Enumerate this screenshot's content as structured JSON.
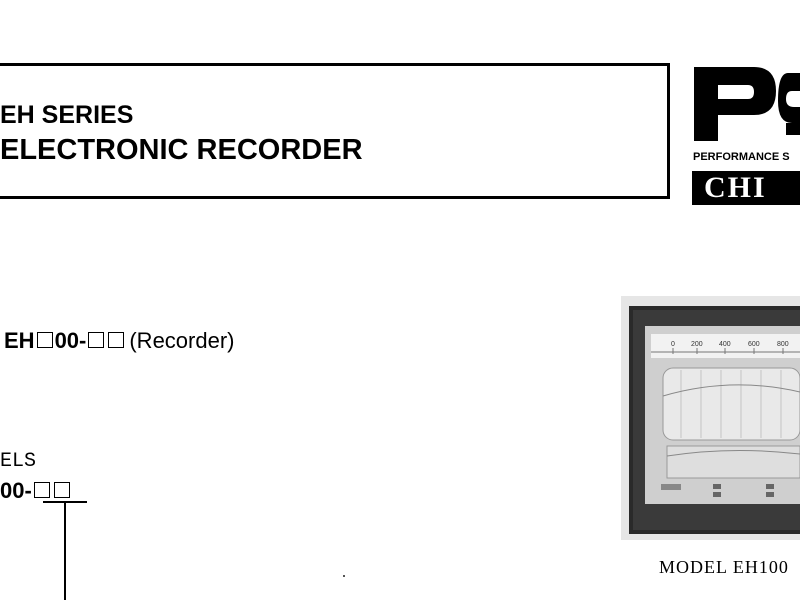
{
  "header": {
    "series": "EH SERIES",
    "product": "ELECTRONIC RECORDER"
  },
  "logo": {
    "letters": "PS",
    "tagline": "PERFORMANCE S",
    "brand": "CHI"
  },
  "model_line": {
    "prefix": "EH",
    "middle": "00-",
    "suffix": "(Recorder)"
  },
  "models": {
    "label": "ELS",
    "code": "00-"
  },
  "photo": {
    "scale_ticks": [
      "0",
      "200",
      "400",
      "600",
      "800"
    ],
    "caption": "MODEL EH100"
  }
}
